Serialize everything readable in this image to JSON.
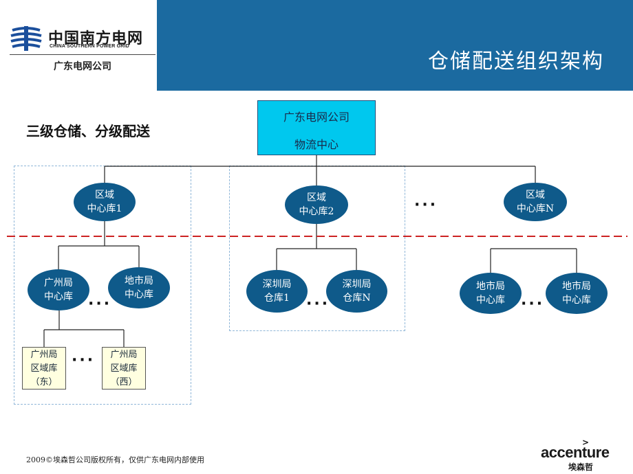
{
  "header": {
    "logo_cn": "中国南方电网",
    "logo_en": "CHINA SOUTHERN POWER GRID",
    "sub_company": "广东电网公司",
    "title": "仓储配送组织架构"
  },
  "subtitle": "三级仓储、分级配送",
  "hq": {
    "line1": "广东电网公司",
    "line2": "物流中心"
  },
  "regions": [
    {
      "line1": "区域",
      "line2": "中心库1"
    },
    {
      "line1": "区域",
      "line2": "中心库2"
    },
    {
      "line1": "区域",
      "line2": "中心库N"
    }
  ],
  "level2": [
    {
      "line1": "广州局",
      "line2": "中心库"
    },
    {
      "line1": "地市局",
      "line2": "中心库"
    },
    {
      "line1": "深圳局",
      "line2": "仓库1"
    },
    {
      "line1": "深圳局",
      "line2": "仓库N"
    },
    {
      "line1": "地市局",
      "line2": "中心库"
    },
    {
      "line1": "地市局",
      "line2": "中心库"
    }
  ],
  "level3": [
    {
      "line1": "广州局",
      "line2": "区域库",
      "line3": "（东）"
    },
    {
      "line1": "广州局",
      "line2": "区域库",
      "line3": "（西）"
    }
  ],
  "ellipsis": "···",
  "footer": {
    "copyright": "2009©埃森哲公司版权所有，仅供广东电网内部使用",
    "brand": "accenture",
    "brand_cn": "埃森哲",
    "brand_mark": ">"
  },
  "colors": {
    "header_blue": "#1b6aa0",
    "node_blue": "#0f5a8a",
    "hq_cyan": "#00c8ee",
    "divider_red": "#cc2222",
    "dashed_box": "#8fb6d8",
    "level3_fill": "#ffffe0"
  }
}
